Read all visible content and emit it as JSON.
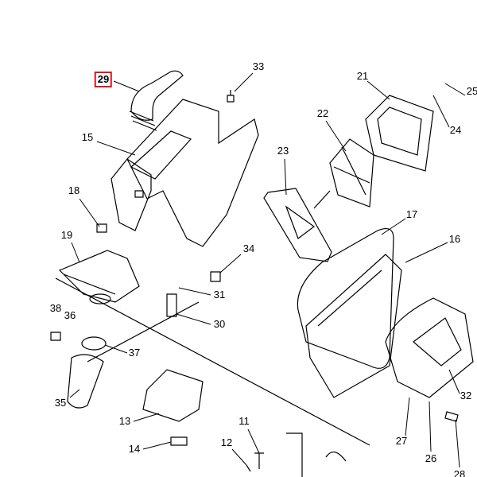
{
  "diagram": {
    "highlight_color": "#e0141e",
    "highlighted_part": "29",
    "labels": [
      "29",
      "33",
      "21",
      "25",
      "22",
      "24",
      "15",
      "23",
      "18",
      "17",
      "16",
      "19",
      "34",
      "31",
      "30",
      "38",
      "36",
      "37",
      "35",
      "32",
      "13",
      "11",
      "27",
      "14",
      "12",
      "26",
      "28"
    ]
  }
}
